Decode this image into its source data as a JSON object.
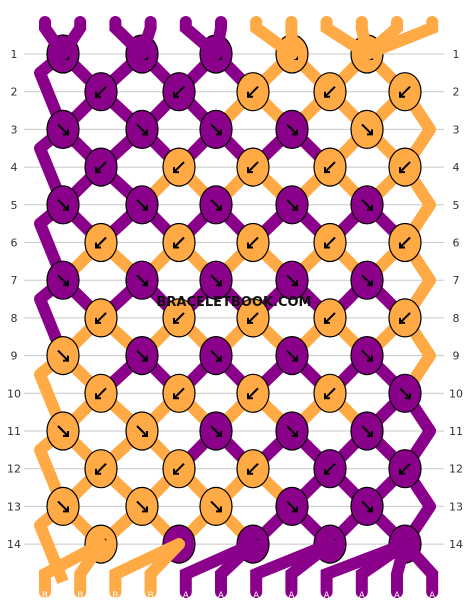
{
  "colors": {
    "A": "#8b008b",
    "B": "#ffaa44"
  },
  "watermark": "BRACELETBOOK.COM",
  "top_strands": [
    "A",
    "A",
    "A",
    "A",
    "A",
    "A",
    "B",
    "B",
    "B",
    "B",
    "B",
    "B"
  ],
  "bottom_strands": [
    "B",
    "B",
    "B",
    "B",
    "A",
    "A",
    "A",
    "A",
    "A",
    "A",
    "A",
    "A"
  ],
  "rows": [
    {
      "label": "1",
      "knots": [
        {
          "color": "A",
          "dir": "se"
        },
        {
          "color": "A",
          "dir": "se"
        },
        {
          "color": "A",
          "dir": "se"
        },
        {
          "color": "B",
          "dir": "se"
        },
        {
          "color": "B",
          "dir": "se"
        }
      ]
    },
    {
      "label": "2",
      "knots": [
        {
          "color": "A",
          "dir": "sw"
        },
        {
          "color": "A",
          "dir": "sw"
        },
        {
          "color": "B",
          "dir": "sw"
        },
        {
          "color": "B",
          "dir": "sw"
        },
        {
          "color": "B",
          "dir": "sw"
        },
        {
          "color": "B",
          "dir": "sw"
        }
      ]
    },
    {
      "label": "3",
      "knots": [
        {
          "color": "A",
          "dir": "se"
        },
        {
          "color": "A",
          "dir": "se"
        },
        {
          "color": "A",
          "dir": "se"
        },
        {
          "color": "A",
          "dir": "se"
        },
        {
          "color": "B",
          "dir": "se"
        }
      ]
    },
    {
      "label": "4",
      "knots": [
        {
          "color": "A",
          "dir": "sw"
        },
        {
          "color": "B",
          "dir": "sw"
        },
        {
          "color": "B",
          "dir": "sw"
        },
        {
          "color": "B",
          "dir": "sw"
        },
        {
          "color": "B",
          "dir": "sw"
        },
        {
          "color": "B",
          "dir": "sw"
        }
      ]
    },
    {
      "label": "5",
      "knots": [
        {
          "color": "A",
          "dir": "se"
        },
        {
          "color": "A",
          "dir": "se"
        },
        {
          "color": "A",
          "dir": "se"
        },
        {
          "color": "A",
          "dir": "se"
        },
        {
          "color": "A",
          "dir": "se"
        }
      ]
    },
    {
      "label": "6",
      "knots": [
        {
          "color": "B",
          "dir": "sw"
        },
        {
          "color": "B",
          "dir": "sw"
        },
        {
          "color": "B",
          "dir": "sw"
        },
        {
          "color": "B",
          "dir": "sw"
        },
        {
          "color": "B",
          "dir": "sw"
        },
        {
          "color": "B",
          "dir": "sw"
        }
      ]
    },
    {
      "label": "7",
      "knots": [
        {
          "color": "A",
          "dir": "se"
        },
        {
          "color": "A",
          "dir": "se"
        },
        {
          "color": "A",
          "dir": "se"
        },
        {
          "color": "A",
          "dir": "se"
        },
        {
          "color": "A",
          "dir": "se"
        }
      ]
    },
    {
      "label": "8",
      "knots": [
        {
          "color": "B",
          "dir": "sw"
        },
        {
          "color": "B",
          "dir": "sw"
        },
        {
          "color": "B",
          "dir": "sw"
        },
        {
          "color": "B",
          "dir": "sw"
        },
        {
          "color": "B",
          "dir": "sw"
        },
        {
          "color": "A",
          "dir": "se"
        }
      ]
    },
    {
      "label": "9",
      "knots": [
        {
          "color": "B",
          "dir": "se"
        },
        {
          "color": "A",
          "dir": "se"
        },
        {
          "color": "A",
          "dir": "se"
        },
        {
          "color": "A",
          "dir": "se"
        },
        {
          "color": "A",
          "dir": "se"
        }
      ]
    },
    {
      "label": "10",
      "knots": [
        {
          "color": "B",
          "dir": "sw"
        },
        {
          "color": "B",
          "dir": "sw"
        },
        {
          "color": "B",
          "dir": "sw"
        },
        {
          "color": "B",
          "dir": "sw"
        },
        {
          "color": "A",
          "dir": "se"
        },
        {
          "color": "A",
          "dir": "se"
        }
      ]
    },
    {
      "label": "11",
      "knots": [
        {
          "color": "B",
          "dir": "se"
        },
        {
          "color": "B",
          "dir": "se"
        },
        {
          "color": "A",
          "dir": "se"
        },
        {
          "color": "A",
          "dir": "se"
        },
        {
          "color": "A",
          "dir": "se"
        }
      ]
    },
    {
      "label": "12",
      "knots": [
        {
          "color": "B",
          "dir": "sw"
        },
        {
          "color": "B",
          "dir": "sw"
        },
        {
          "color": "B",
          "dir": "sw"
        },
        {
          "color": "A",
          "dir": "sw"
        },
        {
          "color": "A",
          "dir": "sw"
        },
        {
          "color": "A",
          "dir": "sw"
        }
      ]
    },
    {
      "label": "13",
      "knots": [
        {
          "color": "B",
          "dir": "se"
        },
        {
          "color": "B",
          "dir": "se"
        },
        {
          "color": "B",
          "dir": "se"
        },
        {
          "color": "A",
          "dir": "se"
        },
        {
          "color": "A",
          "dir": "se"
        }
      ]
    },
    {
      "label": "14",
      "knots": [
        {
          "color": "B",
          "dir": "sw"
        },
        {
          "color": "A",
          "dir": "sw"
        },
        {
          "color": "A",
          "dir": "sw"
        },
        {
          "color": "A",
          "dir": "sw"
        },
        {
          "color": "A",
          "dir": "sw"
        }
      ]
    }
  ]
}
